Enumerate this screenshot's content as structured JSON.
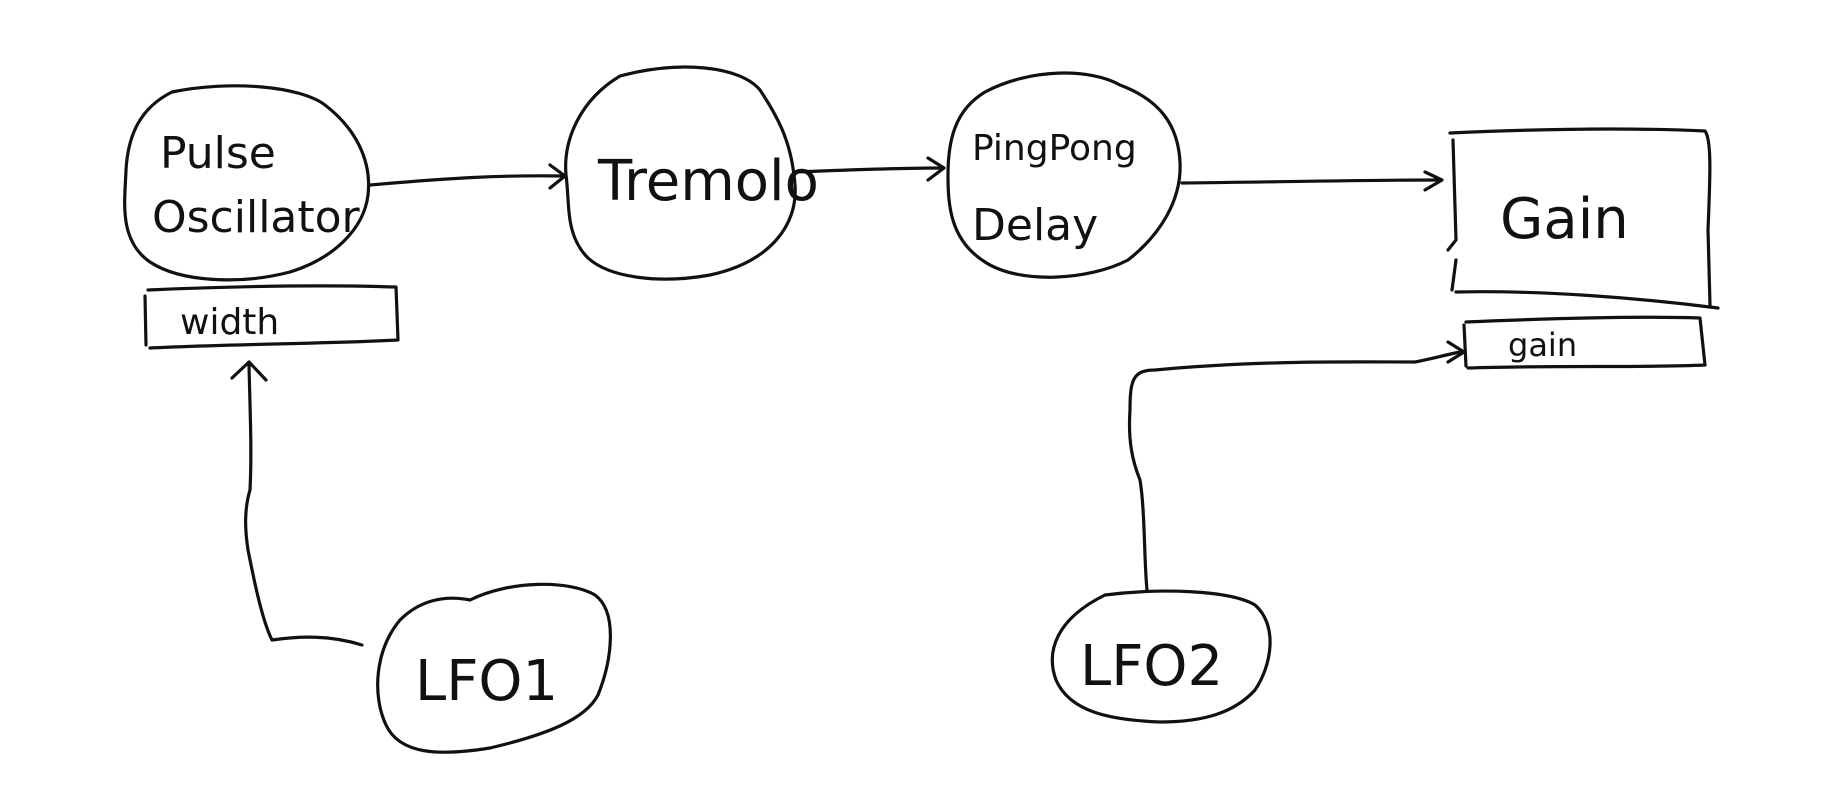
{
  "nodes": {
    "pulse_oscillator": {
      "line1": "Pulse",
      "line2": "Oscillator"
    },
    "width_param": {
      "label": "width"
    },
    "tremolo": {
      "label": "Tremolo"
    },
    "pingpong_delay": {
      "line1": "PingPong",
      "line2": "Delay"
    },
    "gain": {
      "label": "Gain"
    },
    "gain_param": {
      "label": "gain"
    },
    "lfo1": {
      "label": "LFO1"
    },
    "lfo2": {
      "label": "LFO2"
    }
  },
  "edges": [
    {
      "from": "Pulse Oscillator",
      "to": "Tremolo"
    },
    {
      "from": "Tremolo",
      "to": "PingPong Delay"
    },
    {
      "from": "PingPong Delay",
      "to": "Gain"
    },
    {
      "from": "LFO1",
      "to": "width"
    },
    {
      "from": "LFO2",
      "to": "gain"
    }
  ]
}
